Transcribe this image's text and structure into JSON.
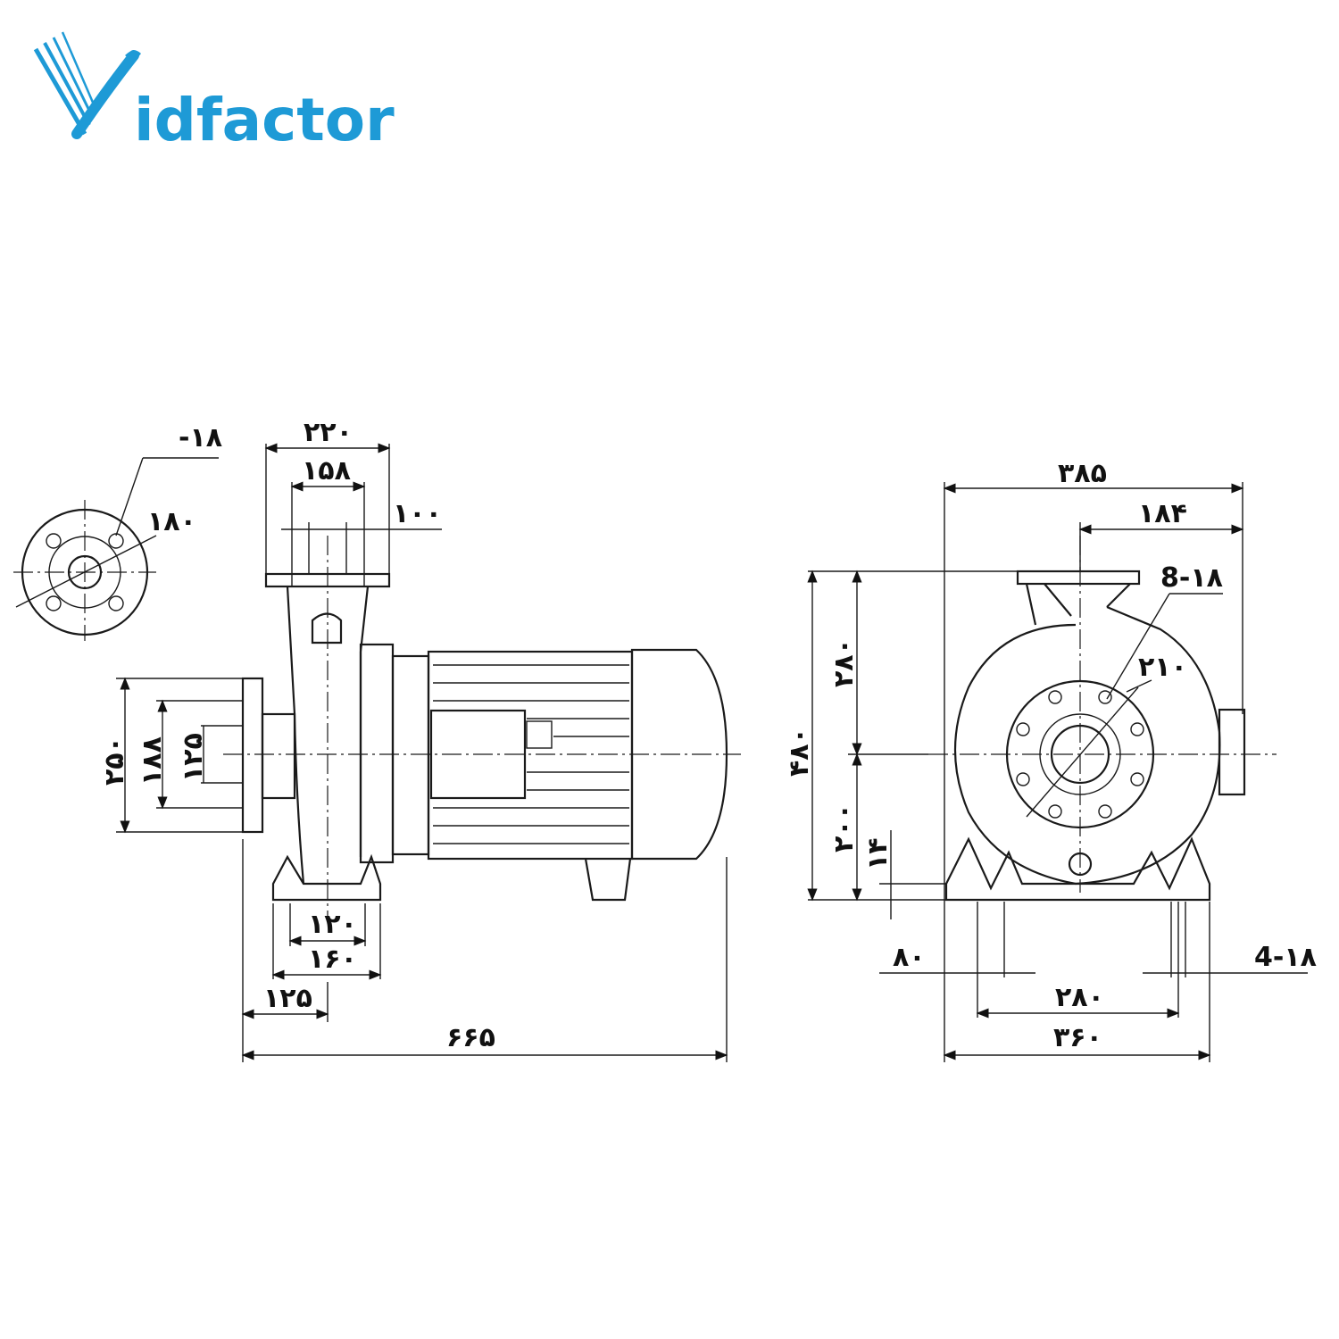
{
  "logo": {
    "brand": "Vidfactor",
    "text": "idfactor",
    "mark": "V",
    "colors": {
      "blue": "#1e9ad6",
      "orange": "#f2a31b"
    }
  },
  "flange_detail": {
    "holes": "-۱۸",
    "pcd": "۱۸۰"
  },
  "side_view": {
    "outlet_flange_width": "۲۲۰",
    "outlet_pcd": "۱۵۸",
    "outlet_bore": "۱۰۰",
    "inlet_flange_dia": "۲۵۰",
    "inlet_pcd": "۱۸۸",
    "inlet_bore": "۱۲۵",
    "foot_inner": "۱۲۰",
    "foot_outer": "۱۶۰",
    "inlet_offset": "۱۲۵",
    "overall_length": "۶۶۵"
  },
  "front_view": {
    "overall_width": "۳۸۵",
    "outlet_offset": "۱۸۴",
    "outlet_holes": "8-۱۸",
    "outlet_pcd": "۲۱۰",
    "upper_height": "۲۸۰",
    "overall_height": "۴۸۰",
    "shaft_height": "۲۰۰",
    "base_thickness": "۱۴",
    "foot_width": "۸۰",
    "bolt_holes": "4-۱۸",
    "bolt_spacing": "۲۸۰",
    "base_width": "۳۶۰"
  }
}
